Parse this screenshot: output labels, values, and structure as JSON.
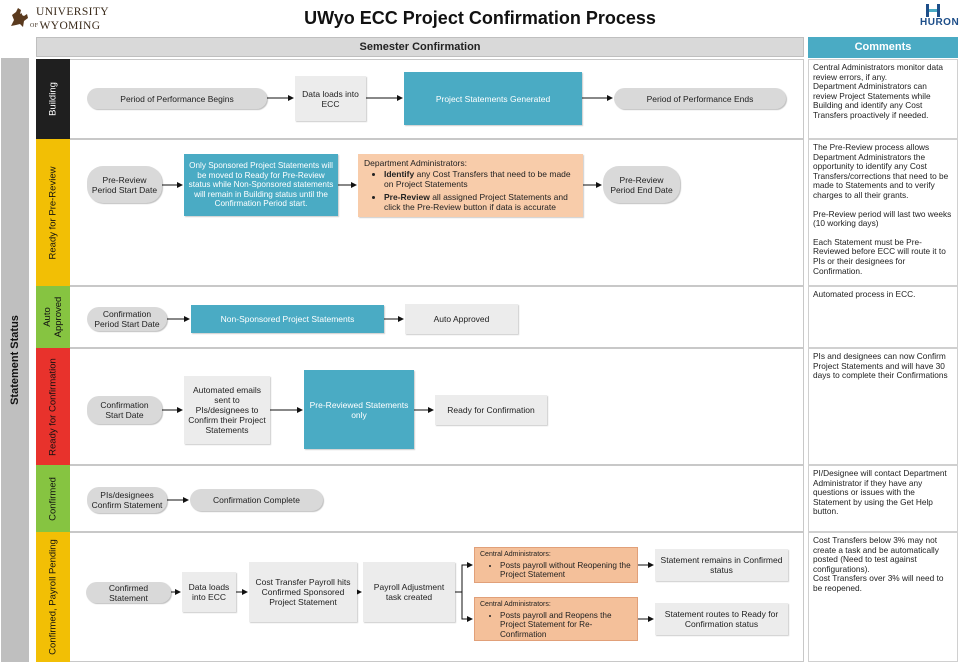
{
  "header": {
    "title": "UWyo ECC Project Confirmation Process",
    "uw_logo_line1": "UNIVERSITY",
    "uw_logo_of": "OF",
    "uw_logo_line2": "WYOMING",
    "huron_logo": "HURON"
  },
  "columns": {
    "main": "Semester Confirmation",
    "comments": "Comments"
  },
  "status_label": "Statement Status",
  "lanes": {
    "building": {
      "label": "Building",
      "comment": [
        "Central Administrators monitor data review errors, if any.",
        "Department Administrators can review Project Statements while Building and identify any Cost Transfers proactively if needed."
      ],
      "nodes": {
        "start": "Period of Performance Begins",
        "load": "Data loads into ECC",
        "generated": "Project Statements Generated",
        "end": "Period of Performance Ends"
      }
    },
    "pre_review": {
      "label": "Ready for Pre-Review",
      "comment": [
        "The Pre-Review process allows Department Administrators the opportunity to identify any Cost Transfers/corrections that need to be made to Statements and to verify charges to all their grants.",
        "Pre-Review period will last two weeks (10 working days)",
        "Each Statement must be Pre-Reviewed before ECC will route it to PIs or their designees for Confirmation."
      ],
      "nodes": {
        "start": "Pre-Review Period Start Date",
        "sponsored": "Only Sponsored Project Statements will be moved to Ready for Pre-Review status while Non-Sponsored statements will remain in Building status until the Confirmation Period start.",
        "dept_title": "Department Administrators:",
        "bullet1_bold": "Identify",
        "bullet1_rest": " any Cost Transfers that need to be made on Project Statements",
        "bullet2_bold": "Pre-Review",
        "bullet2_rest": " all assigned Project Statements and click the Pre-Review button if data is accurate",
        "end": "Pre-Review Period End Date"
      }
    },
    "auto": {
      "label": "Auto Approved",
      "comment": [
        "Automated process in ECC."
      ],
      "nodes": {
        "start": "Confirmation Period Start Date",
        "nonsponsored": "Non-Sponsored Project Statements",
        "approved": "Auto Approved"
      }
    },
    "ready_conf": {
      "label": "Ready for Confirmation",
      "comment": [
        "PIs and designees can now Confirm Project Statements and will have 30 days to complete their Confirmations"
      ],
      "nodes": {
        "start": "Confirmation Start Date",
        "emails": "Automated emails sent to PIs/designees to Confirm their Project Statements",
        "prereviewed": "Pre-Reviewed Statements only",
        "ready": "Ready for Confirmation"
      }
    },
    "confirmed": {
      "label": "Confirmed",
      "comment": [
        "PI/Designee will contact Department Administrator if they have any questions or issues with the Statement by using the Get Help button."
      ],
      "nodes": {
        "pis": "PIs/designees Confirm Statement",
        "complete": "Confirmation Complete"
      }
    },
    "payroll": {
      "label": "Confirmed, Payroll Pending",
      "comment": [
        "Cost Transfers below 3% may not create a task and be automatically posted (Need to test against configurations).",
        "Cost Transfers over 3% will need to be reopened."
      ],
      "nodes": {
        "confirmed": "Confirmed Statement",
        "load": "Data loads into ECC",
        "hits": "Cost Transfer Payroll hits Confirmed Sponsored Project Statement",
        "task": "Payroll Adjustment task created",
        "ca_title": "Central Administrators:",
        "opt1": "Posts payroll without Reopening the Project Statement",
        "opt2": "Posts payroll and Reopens the Project Statement for Re-Confirmation",
        "result1": "Statement remains in Confirmed status",
        "result2": "Statement routes to Ready for Confirmation status"
      }
    }
  },
  "colors": {
    "teal": "#4aabc4",
    "peach": "#f8ccaa",
    "building": "#1f1f1f",
    "pre_review": "#f2bf05",
    "auto": "#86c441",
    "ready_conf": "#e8322c",
    "confirmed": "#86c441",
    "payroll": "#f2bf05"
  }
}
